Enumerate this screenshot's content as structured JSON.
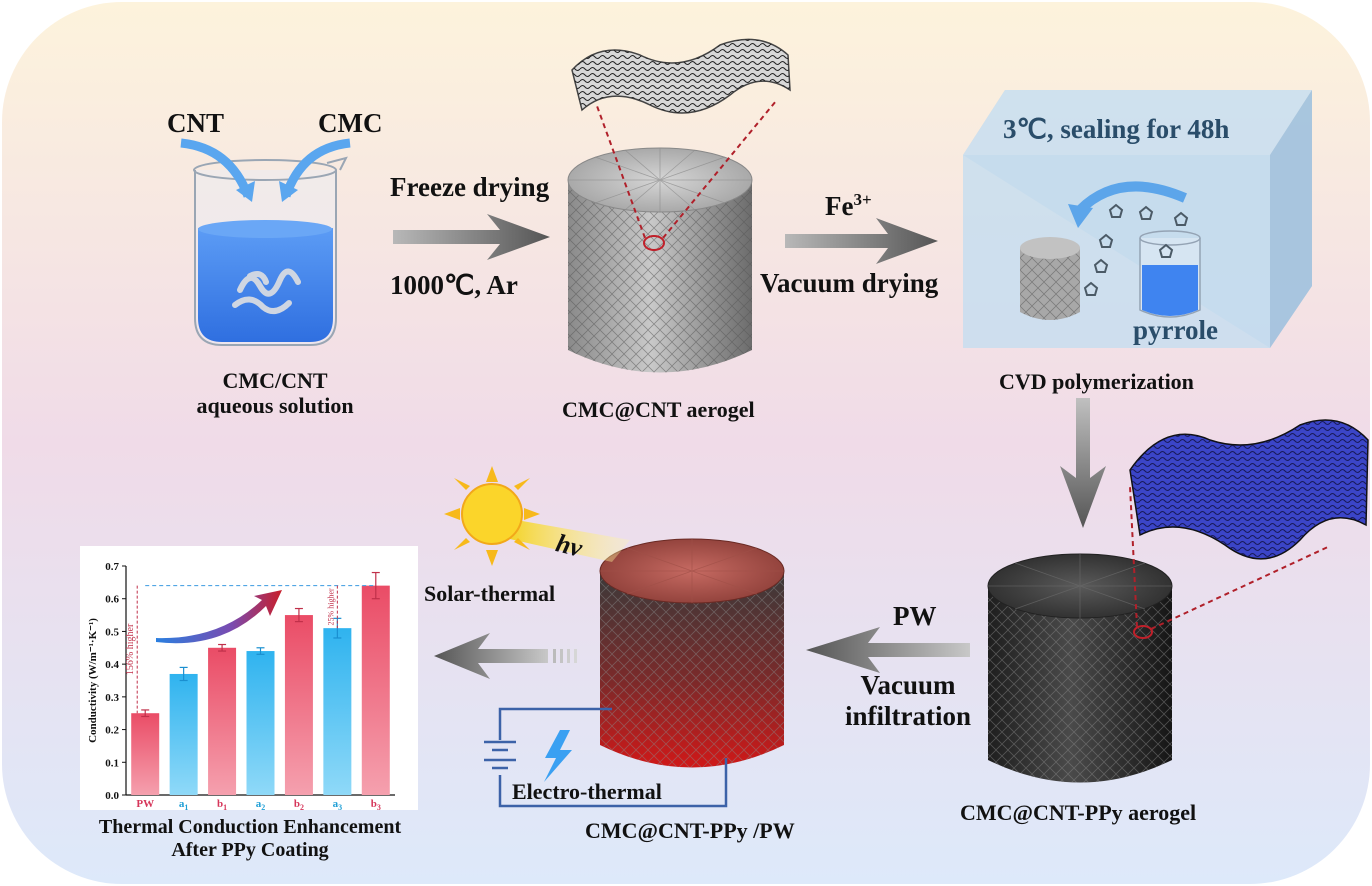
{
  "colors": {
    "bg_top": "#fdf3dc",
    "bg_mid": "#f0dbe8",
    "bg_bottom": "#dde9fa",
    "arrow": "#707070",
    "liquid_blue": "#3f84f0",
    "blue_curve": "#3a8fe8",
    "ppy_blue": "#2c3fbf",
    "red_dashed": "#b0202a",
    "bar_cyan": "#3ab8ef",
    "bar_pink": "#ec5f75",
    "pw_label": "#d6365a",
    "circuit": "#3c62a8",
    "sun": "#f7c71b",
    "box_tint": "#bcd8ec"
  },
  "step1": {
    "cnt_label": "CNT",
    "cmc_label": "CMC",
    "caption_line1": "CMC/CNT",
    "caption_line2": "aqueous solution",
    "icon": "beaker-icon"
  },
  "arrow1": {
    "top_label": "Freeze drying",
    "bottom_label": "1000℃, Ar"
  },
  "step2": {
    "caption": "CMC@CNT aerogel",
    "icon": "aerogel-cylinder-icon"
  },
  "arrow2": {
    "top_label": "Fe",
    "top_sup": "3+",
    "bottom_label": "Vacuum drying"
  },
  "step3": {
    "box_title": "3℃, sealing for 48h",
    "liquid_label": "pyrrole",
    "caption": "CVD polymerization"
  },
  "step4": {
    "caption": "CMC@CNT-PPy aerogel"
  },
  "arrow3": {
    "top_label": "PW",
    "bottom_line1": "Vacuum",
    "bottom_line2": "infiltration"
  },
  "step5": {
    "light_label": "hν",
    "solar_label": "Solar-thermal",
    "electro_label": "Electro-thermal",
    "caption": "CMC@CNT-PPy /PW"
  },
  "step6": {
    "caption_line1": "Thermal Conduction Enhancement",
    "caption_line2": "After PPy Coating"
  },
  "chart_data": {
    "type": "bar",
    "ylabel": "Conductivity (W/m⁻¹·K⁻¹)",
    "ylim": [
      0,
      0.7
    ],
    "yticks": [
      "0.0",
      "0.1",
      "0.2",
      "0.3",
      "0.4",
      "0.5",
      "0.6",
      "0.7"
    ],
    "categories": [
      "PW",
      "a1",
      "b1",
      "a2",
      "b2",
      "a3",
      "b3"
    ],
    "values": [
      0.25,
      0.37,
      0.45,
      0.44,
      0.55,
      0.51,
      0.64
    ],
    "errors": [
      0.01,
      0.02,
      0.01,
      0.01,
      0.02,
      0.03,
      0.04
    ],
    "bar_colors": [
      "#ec5f75",
      "#3ab8ef",
      "#ec5f75",
      "#3ab8ef",
      "#ec5f75",
      "#3ab8ef",
      "#ec5f75"
    ],
    "label_colors": [
      "#d6365a",
      "#1f9fd6",
      "#d6365a",
      "#1f9fd6",
      "#d6365a",
      "#1f9fd6",
      "#d6365a"
    ],
    "annotations": [
      "156% higher",
      "25% higher"
    ]
  }
}
